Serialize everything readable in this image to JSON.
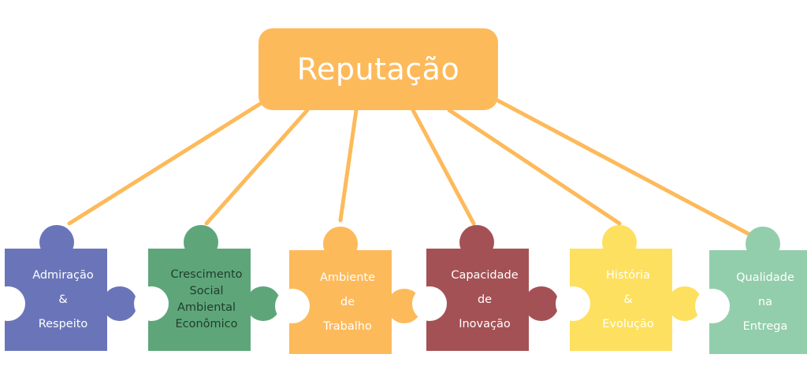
{
  "root": {
    "label": "Reputação",
    "color": "#fdba5b"
  },
  "connector_color": "#fdba5b",
  "pieces": [
    {
      "lines": [
        "Admiração",
        "&",
        "Respeito"
      ],
      "color": "#6a75b9",
      "text_color": "#ffffff"
    },
    {
      "lines": [
        "Crescimento",
        "Social",
        "Ambiental",
        "Econômico"
      ],
      "color": "#5ea67a",
      "text_color": "#1f3d2a"
    },
    {
      "lines": [
        "Ambiente",
        "de",
        "Trabalho"
      ],
      "color": "#fdba5b",
      "text_color": "#ffffff"
    },
    {
      "lines": [
        "Capacidade",
        "de",
        "Inovação"
      ],
      "color": "#a45155",
      "text_color": "#ffffff"
    },
    {
      "lines": [
        "História",
        "&",
        "Evolução"
      ],
      "color": "#fde05f",
      "text_color": "#ffffff"
    },
    {
      "lines": [
        "Qualidade",
        "na",
        "Entrega"
      ],
      "color": "#93ceac",
      "text_color": "#ffffff"
    }
  ]
}
